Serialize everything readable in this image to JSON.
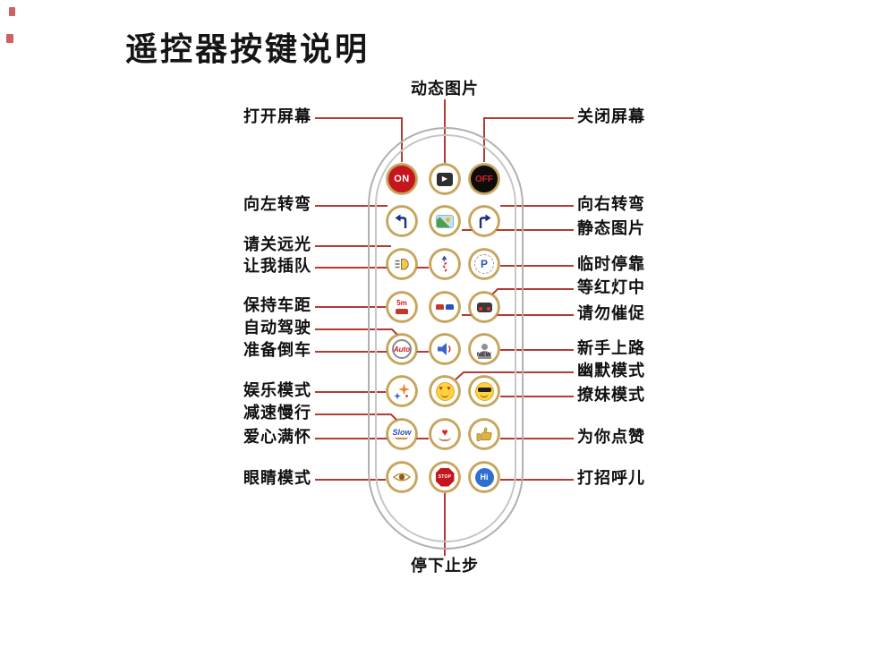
{
  "title": "遥控器按键说明",
  "callouts": {
    "top": "动态图片",
    "bottom": "停下止步",
    "left": [
      "打开屏幕",
      "向左转弯",
      "请关远光",
      "让我插队",
      "保持车距",
      "自动驾驶",
      "准备倒车",
      "娱乐模式",
      "减速慢行",
      "爱心满怀",
      "眼睛模式"
    ],
    "right": [
      "关闭屏幕",
      "向右转弯",
      "静态图片",
      "临时停靠",
      "等红灯中",
      "请勿催促",
      "新手上路",
      "幽默模式",
      "撩妹模式",
      "为你点赞",
      "打招呼儿"
    ]
  },
  "button_labels": {
    "on": "ON",
    "off": "OFF",
    "parking": "P",
    "distance": "5m",
    "auto": "Auto",
    "new": "NEW",
    "slow": "Slow",
    "stop": "STOP",
    "hi": "Hi"
  },
  "icons": {
    "play": "▶",
    "heart": "♥"
  },
  "colors": {
    "leader_line": "#b23b34",
    "button_ring": "#c9a24c",
    "on_button_bg": "#c4161c",
    "off_button_bg": "#0c0c0c",
    "off_text": "#e02128",
    "remote_outline": "#b0b0b0"
  }
}
